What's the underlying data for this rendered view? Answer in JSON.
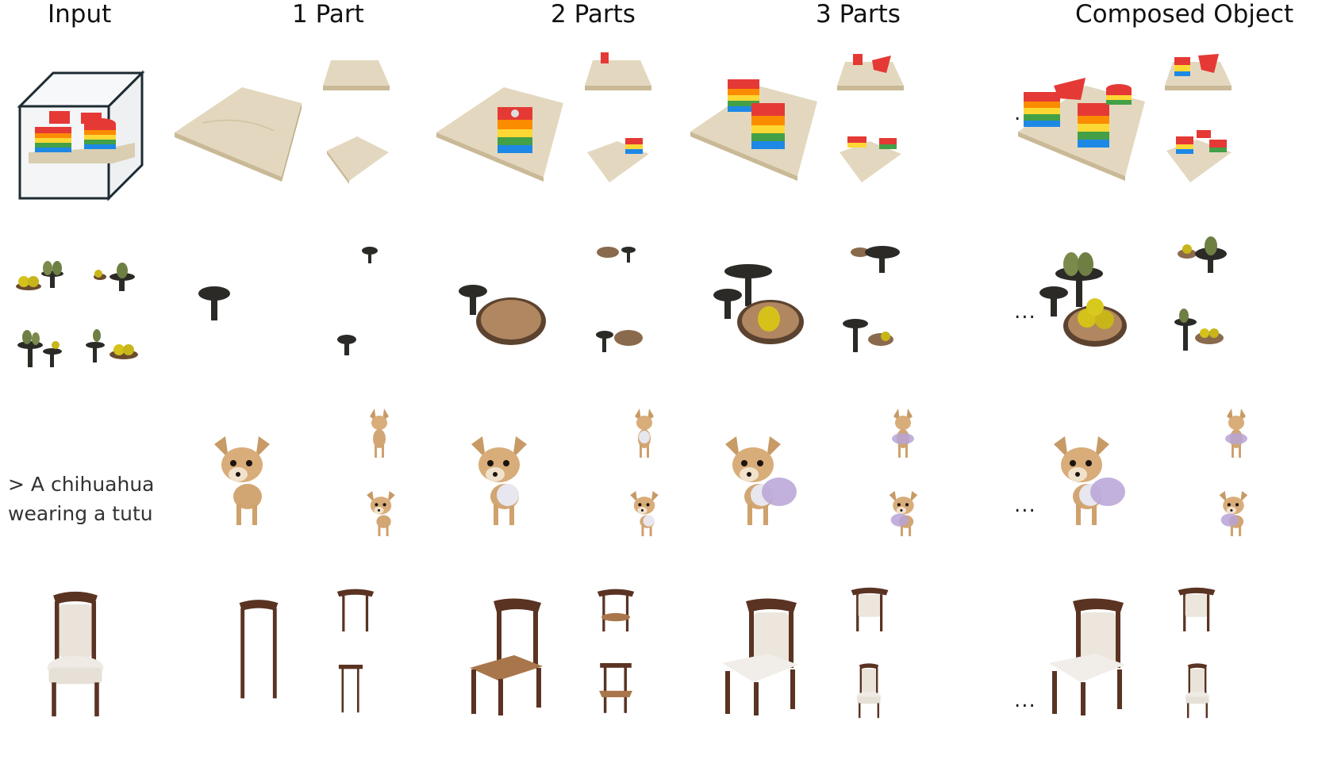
{
  "headers": {
    "input": "Input",
    "one_part": "1 Part",
    "two_parts": "2 Parts",
    "three_parts": "3 Parts",
    "composed": "Composed Object"
  },
  "ellipsis": "...",
  "rows": {
    "chihuahua_prompt_line1": "> A chihuahua",
    "chihuahua_prompt_line2": "wearing a tutu"
  }
}
